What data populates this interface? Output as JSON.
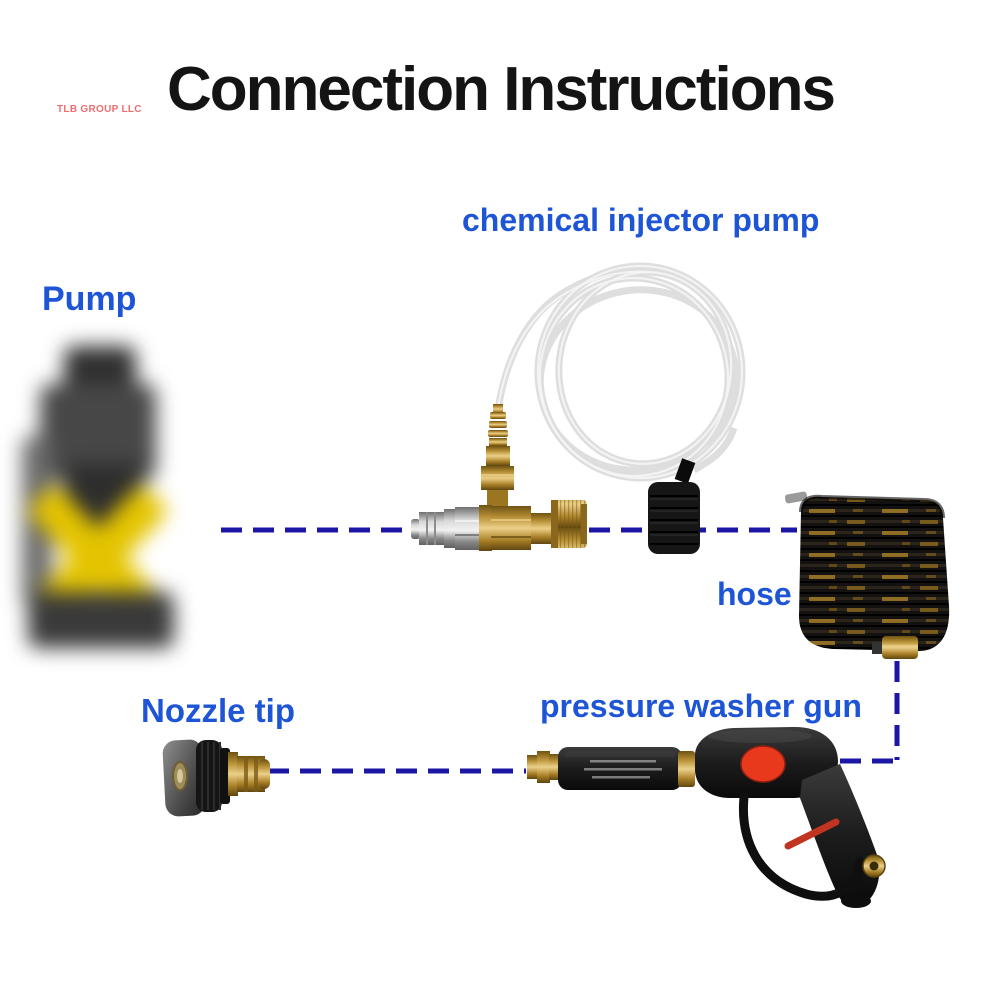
{
  "page": {
    "brand": "TLB GROUP LLC",
    "title": "Connection Instructions"
  },
  "labels": {
    "pump": "Pump",
    "injector": "chemical injector pump",
    "hose": "hose",
    "nozzle": "Nozzle tip",
    "gun": "pressure washer gun"
  },
  "colors": {
    "label_blue": "#1e55d6",
    "connector_dash": "#1c16a6",
    "brand_red": "#ee6f6f",
    "title": "#141414",
    "brass": "#c59e48",
    "steel": "#c9c9c9",
    "gun_black": "#1c1c1c",
    "trigger_red": "#e63a1c",
    "safety_button_red": "#e8391d",
    "hose_black": "#141210",
    "hose_marking_gold": "#b08428",
    "tube_clear": "#dcdcdc",
    "pump_yellow": "#e4c400"
  },
  "components": [
    {
      "id": "pump",
      "label": "Pump",
      "depiction": "blurred yellow and black pressure washer unit"
    },
    {
      "id": "chemical-injector",
      "label": "chemical injector pump",
      "depiction": "brass quick-connect chemical injector with coiled clear suction tube and black inline filter"
    },
    {
      "id": "hose",
      "label": "hose",
      "depiction": "coiled black high-pressure hose with gold markings and brass end fitting"
    },
    {
      "id": "nozzle",
      "label": "Nozzle tip",
      "depiction": "black soap nozzle tip with brass quick-connect plug"
    },
    {
      "id": "gun",
      "label": "pressure washer gun",
      "depiction": "black pressure washer gun with red safety button, red trigger and brass fittings"
    }
  ],
  "connections": [
    {
      "from": "pump",
      "to": "chemical-injector",
      "style": "dashed"
    },
    {
      "from": "chemical-injector",
      "to": "hose",
      "style": "dashed"
    },
    {
      "from": "hose",
      "to": "gun",
      "style": "dashed"
    },
    {
      "from": "nozzle",
      "to": "gun",
      "style": "dashed"
    }
  ]
}
